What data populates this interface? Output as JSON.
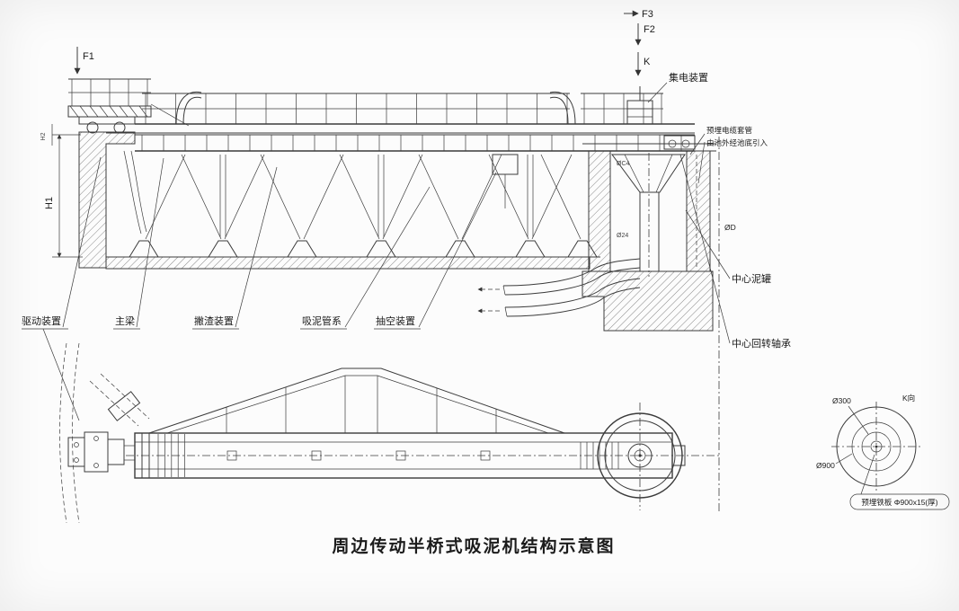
{
  "title": "周边传动半桥式吸泥机结构示意图",
  "colors": {
    "line": "#3b3b3b",
    "background": "#fcfcfc"
  },
  "forces": {
    "f1": "F1",
    "f2": "F2",
    "f3": "F3",
    "k": "K"
  },
  "dimensions": {
    "h1": "H1",
    "h2": "H2",
    "pool_diameter": "ØD",
    "funnel_dia": "ØC4",
    "pipe_dia": "Ø24"
  },
  "elevation_labels": {
    "collector": "集电装置",
    "cable_line1": "预埋电缆套管",
    "cable_line2": "由池外经池底引入",
    "center_mud_tank": "中心泥罐",
    "center_slewing_bearing": "中心回转轴承",
    "drive_unit": "驱动装置",
    "main_beam": "主梁",
    "skimmer": "撇渣装置",
    "suction_pipes": "吸泥管系",
    "vacuum_unit": "抽空装置"
  },
  "detail_labels": {
    "inner_diameter": "Ø300",
    "outer_diameter": "Ø900",
    "view_direction": "K向",
    "embedded_plate": "预埋铁板 Φ900x15(厚)"
  }
}
